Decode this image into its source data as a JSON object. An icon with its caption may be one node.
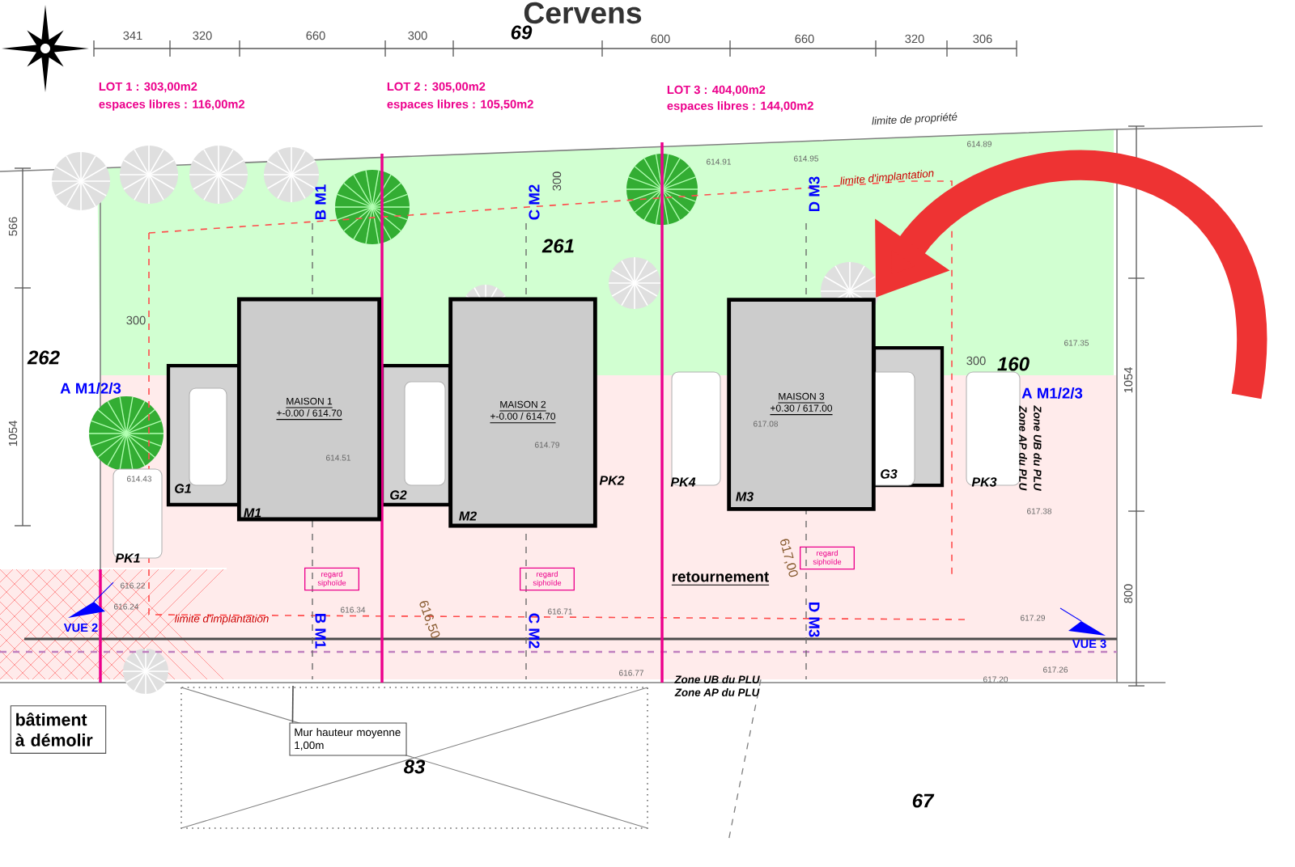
{
  "diagram": {
    "title": "Cervens",
    "nodes": [
      {
        "text": [
          "MAISON 1",
          "+-0.00 / 614.70"
        ]
      },
      {
        "text": [
          "MAISON 2",
          "+-0.00 / 614.70"
        ]
      },
      {
        "text": [
          "MAISON 3",
          "+0.30 / 617.00"
        ]
      },
      {
        "text": [
          "bâtiment à démolir"
        ]
      },
      {
        "text": [
          "Mur hauteur moyenne 1,00m"
        ]
      }
    ],
    "edges": [
      {
        "from": null,
        "to": 2,
        "arrow": "to",
        "style": "thick",
        "color": "#ee3333"
      },
      {
        "from": 4,
        "to": null,
        "arrow": "none",
        "color": "#4c4c4c"
      }
    ],
    "labels": [
      "341",
      "320",
      "660",
      "300",
      "69",
      "600",
      "660",
      "320",
      "306",
      "LOT 1 : 303,00m2",
      "espaces libres : 116,00m2",
      "LOT 2 : 305,00m2",
      "espaces libres : 105,50m2",
      "LOT 3 : 404,00m2",
      "espaces libres : 144,00m2",
      "limite de propriété",
      "B M1",
      "C M2",
      "D M3",
      "261",
      "262",
      "160",
      "83",
      "67",
      "A M1/2/3",
      "A M1/2/3",
      "566",
      "1054",
      "1054",
      "300",
      "300",
      "300",
      "800",
      "G1",
      "G2",
      "G3",
      "M1",
      "M2",
      "M3",
      "PK1",
      "PK2",
      "PK4",
      "PK3",
      "retournement",
      "limite d'implantation",
      "limite d'implantation",
      "Zone AP du PLU",
      "Zone UB du PLU",
      "Zone UB du PLU",
      "Zone AP du PLU",
      "VUE 2",
      "VUE 3",
      "regard siphoïde",
      "regard siphoïde",
      "regard siphoïde",
      "B M1",
      "C M2",
      "D M3",
      "614.91",
      "614.95",
      "614.89",
      "614.51",
      "614.79",
      "617.08",
      "614.43",
      "617.35",
      "617.38",
      "617.29",
      "617.26",
      "617.20",
      "616.22",
      "616.24",
      "616.34",
      "616.71",
      "616.77",
      "617,00",
      "616,50"
    ]
  }
}
